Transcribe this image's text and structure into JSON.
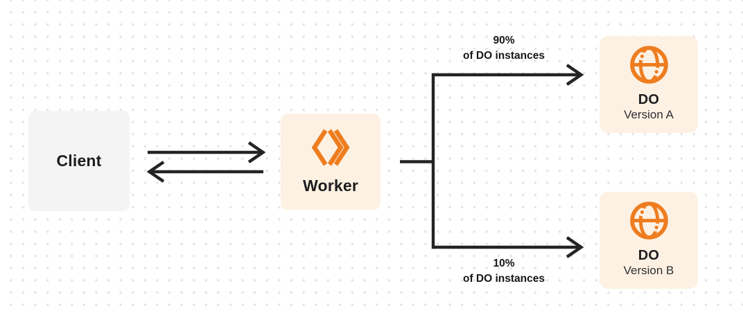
{
  "colors": {
    "accent_orange": "#ee7d20",
    "node_cream": "#fdf1e3",
    "node_gray": "#f4f4f5",
    "connector_dark": "#262323",
    "dot_grid": "#e5e4e6"
  },
  "nodes": {
    "client": {
      "label": "Client"
    },
    "worker": {
      "label": "Worker",
      "icon": "workers-icon"
    },
    "do_a": {
      "title": "DO",
      "subtitle": "Version A",
      "icon": "globe-icon"
    },
    "do_b": {
      "title": "DO",
      "subtitle": "Version B",
      "icon": "globe-icon"
    }
  },
  "edges": {
    "client_worker": {
      "type": "bidirectional-arrows"
    },
    "branch_a": {
      "line1": "90%",
      "line2": "of DO instances"
    },
    "branch_b": {
      "line1": "10%",
      "line2": "of DO instances"
    }
  }
}
